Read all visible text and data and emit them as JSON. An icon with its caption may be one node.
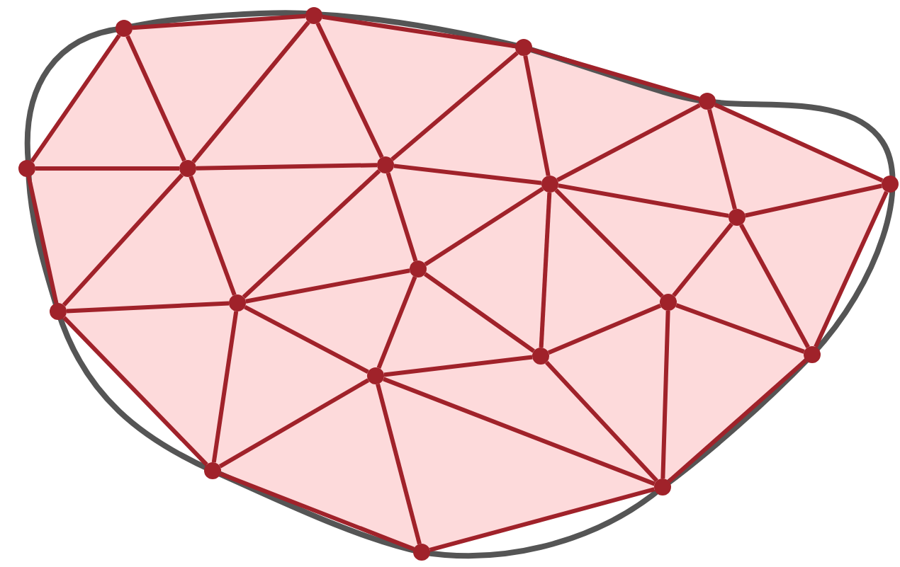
{
  "diagram": {
    "nodes": [
      {
        "text": [],
        "shape": "circle"
      },
      {
        "text": [],
        "shape": "circle"
      },
      {
        "text": [],
        "shape": "circle"
      },
      {
        "text": [],
        "shape": "circle"
      },
      {
        "text": [],
        "shape": "circle"
      },
      {
        "text": [],
        "shape": "circle"
      },
      {
        "text": [],
        "shape": "circle"
      },
      {
        "text": [],
        "shape": "circle"
      },
      {
        "text": [],
        "shape": "circle"
      },
      {
        "text": [],
        "shape": "circle"
      },
      {
        "text": [],
        "shape": "circle"
      },
      {
        "text": [],
        "shape": "circle"
      },
      {
        "text": [],
        "shape": "circle"
      },
      {
        "text": [],
        "shape": "circle"
      },
      {
        "text": [],
        "shape": "circle"
      },
      {
        "text": [],
        "shape": "circle"
      },
      {
        "text": [],
        "shape": "circle"
      },
      {
        "text": [],
        "shape": "circle"
      },
      {
        "text": [],
        "shape": "circle"
      },
      {
        "text": [],
        "shape": "circle"
      }
    ],
    "edges": [
      {
        "from": 0,
        "to": 1,
        "arrow": "none"
      },
      {
        "from": 0,
        "to": 4,
        "arrow": "none"
      },
      {
        "from": 0,
        "to": 5,
        "arrow": "none"
      },
      {
        "from": 1,
        "to": 5,
        "arrow": "none"
      },
      {
        "from": 1,
        "to": 6,
        "arrow": "none"
      },
      {
        "from": 1,
        "to": 2,
        "arrow": "none"
      },
      {
        "from": 2,
        "to": 6,
        "arrow": "none"
      },
      {
        "from": 2,
        "to": 7,
        "arrow": "none"
      },
      {
        "from": 2,
        "to": 3,
        "arrow": "none"
      },
      {
        "from": 3,
        "to": 7,
        "arrow": "none"
      },
      {
        "from": 3,
        "to": 9,
        "arrow": "none"
      },
      {
        "from": 3,
        "to": 8,
        "arrow": "none"
      },
      {
        "from": 4,
        "to": 5,
        "arrow": "none"
      },
      {
        "from": 4,
        "to": 11,
        "arrow": "none"
      },
      {
        "from": 5,
        "to": 6,
        "arrow": "none"
      },
      {
        "from": 5,
        "to": 11,
        "arrow": "none"
      },
      {
        "from": 5,
        "to": 12,
        "arrow": "none"
      },
      {
        "from": 6,
        "to": 7,
        "arrow": "none"
      },
      {
        "from": 6,
        "to": 12,
        "arrow": "none"
      },
      {
        "from": 6,
        "to": 10,
        "arrow": "none"
      },
      {
        "from": 7,
        "to": 10,
        "arrow": "none"
      },
      {
        "from": 7,
        "to": 9,
        "arrow": "none"
      },
      {
        "from": 7,
        "to": 14,
        "arrow": "none"
      },
      {
        "from": 7,
        "to": 13,
        "arrow": "none"
      },
      {
        "from": 8,
        "to": 9,
        "arrow": "none"
      },
      {
        "from": 8,
        "to": 15,
        "arrow": "none"
      },
      {
        "from": 9,
        "to": 13,
        "arrow": "none"
      },
      {
        "from": 9,
        "to": 15,
        "arrow": "none"
      },
      {
        "from": 10,
        "to": 12,
        "arrow": "none"
      },
      {
        "from": 10,
        "to": 16,
        "arrow": "none"
      },
      {
        "from": 10,
        "to": 14,
        "arrow": "none"
      },
      {
        "from": 11,
        "to": 12,
        "arrow": "none"
      },
      {
        "from": 11,
        "to": 17,
        "arrow": "none"
      },
      {
        "from": 12,
        "to": 16,
        "arrow": "none"
      },
      {
        "from": 12,
        "to": 17,
        "arrow": "none"
      },
      {
        "from": 13,
        "to": 14,
        "arrow": "none"
      },
      {
        "from": 13,
        "to": 15,
        "arrow": "none"
      },
      {
        "from": 13,
        "to": 18,
        "arrow": "none"
      },
      {
        "from": 14,
        "to": 16,
        "arrow": "none"
      },
      {
        "from": 14,
        "to": 18,
        "arrow": "none"
      },
      {
        "from": 15,
        "to": 18,
        "arrow": "none"
      },
      {
        "from": 16,
        "to": 17,
        "arrow": "none"
      },
      {
        "from": 16,
        "to": 18,
        "arrow": "none"
      },
      {
        "from": 16,
        "to": 19,
        "arrow": "none"
      },
      {
        "from": 17,
        "to": 19,
        "arrow": "none"
      },
      {
        "from": 19,
        "to": 18,
        "arrow": "none"
      }
    ]
  }
}
